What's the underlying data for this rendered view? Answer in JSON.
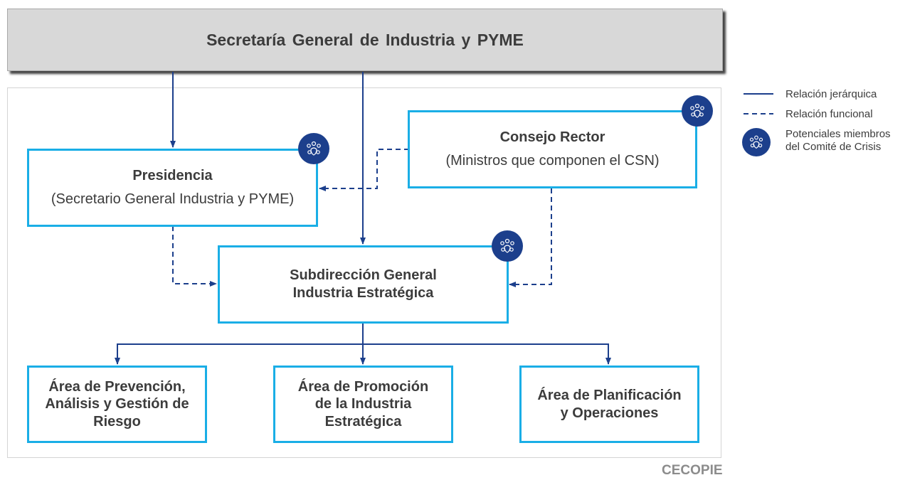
{
  "header": {
    "title": "Secretaría General de Industria y PYME"
  },
  "nodes": {
    "consejo": {
      "title": "Consejo Rector",
      "subtitle": "(Ministros que componen el CSN)"
    },
    "presidencia": {
      "title": "Presidencia",
      "subtitle": "(Secretario General Industria y PYME)"
    },
    "subdireccion": {
      "line1": "Subdirección General",
      "line2": "Industria Estratégica"
    },
    "area_prevencion": {
      "line1": "Área de Prevención,",
      "line2": "Análisis y Gestión de",
      "line3": "Riesgo"
    },
    "area_promocion": {
      "line1": "Área de Promoción",
      "line2": "de la Industria",
      "line3": "Estratégica"
    },
    "area_planificacion": {
      "line1": "Área de Planificación",
      "line2": "y Operaciones"
    }
  },
  "legend": {
    "hierarchical": "Relación jerárquica",
    "functional": "Relación funcional",
    "crisis_line1": "Potenciales miembros",
    "crisis_line2": "del Comité de Crisis"
  },
  "footer": {
    "label": "CECOPIE"
  },
  "colors": {
    "box_border": "#1aaee6",
    "connector": "#1c3f8c",
    "badge": "#1c3f8c",
    "header_bg": "#d8d8d8"
  },
  "icons": {
    "committee": "committee-members-icon"
  }
}
